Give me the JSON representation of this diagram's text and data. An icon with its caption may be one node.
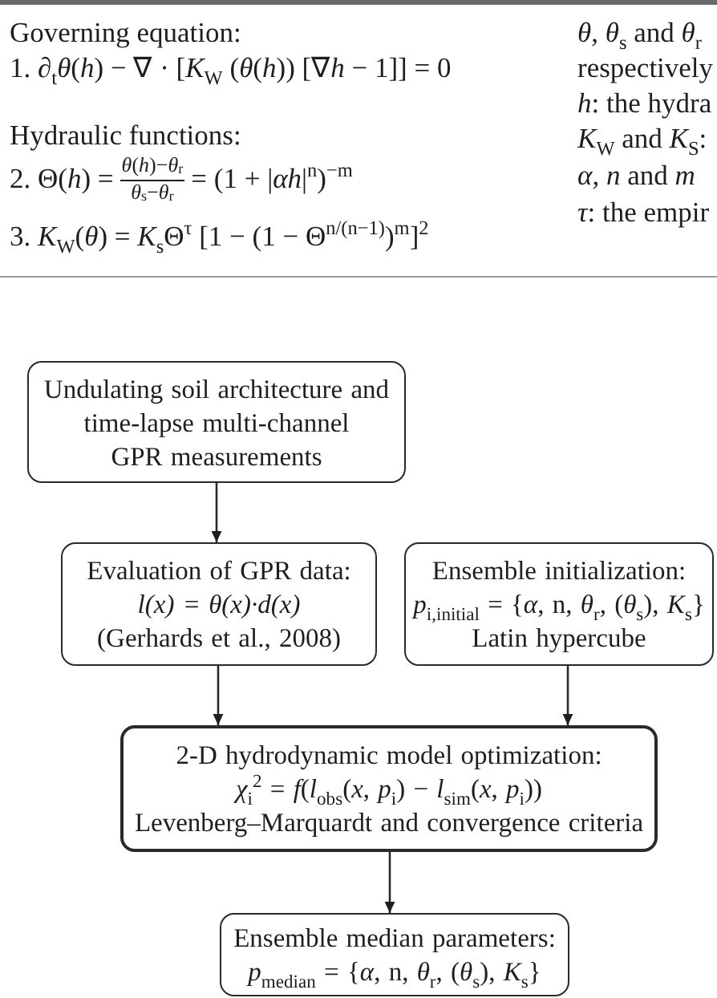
{
  "diagram": {
    "nodes": [
      {
        "text": [
          "Undulating soil architecture and time-lapse multi-channel GPR measurements"
        ]
      },
      {
        "text": [
          "Evaluation of GPR data:",
          "l(x) = θ(x)·d(x)",
          "(Gerhards et al., 2008)"
        ]
      },
      {
        "text": [
          "Ensemble initialization:",
          "*p*$_{i,initial}$ = {*α*, n, *θ*$_{r}$, (*θ*$_{s}$), *K*$_{s}$}",
          "Latin hypercube"
        ]
      },
      {
        "text": [
          "2-D hydrodynamic model optimization:",
          "*χ*$_{i}$$^{2}$ = *f*(*l*$_{obs}$(*x*, *p*$_{i}$) − *l*$_{sim}$(*x*, *p*$_{i}$))",
          "Levenberg–Marquardt and convergence criteria"
        ]
      },
      {
        "text": [
          "Ensemble median parameters:",
          "*p*$_{median}$ = {*α*, n, *θ*$_{r}$, (*θ*$_{s}$), *K*$_{s}$}"
        ]
      }
    ],
    "edges": [
      {
        "from": 0,
        "to": 1,
        "arrow": "to"
      },
      {
        "from": 1,
        "to": 3,
        "arrow": "to"
      },
      {
        "from": 2,
        "to": 3,
        "arrow": "to"
      },
      {
        "from": 3,
        "to": 4,
        "arrow": "to"
      }
    ],
    "labels": [
      "Governing equation:",
      "1. ∂$_{t}$*θ*(*h*) − ∇ · [*K*$_{W}$ (*θ*(*h*)) [∇*h* − 1]] = 0",
      "Hydraulic functions:",
      "2. Θ(*h*) =",
      "*θ*(*h*)−*θ*$_{r}$",
      "*θ*$_{s}$−*θ*$_{r}$",
      "= (1 + |*αh*|$^{n}$)$^{−m}$",
      "3. *K*$_{W}$(*θ*) = *K*$_{s}$Θ$^{τ}$ [1 − (1 − Θ$^{n/(n−1)}$)$^{m}$]$^{2}$",
      "*θ*, *θ*$_{s}$ and *θ*$_{r}$",
      "respectively",
      "*h*: the hydra",
      "*K*$_{W}$ and *K*$_{S}$:",
      "*α*, *n* and *m*",
      "*τ*: the empir"
    ]
  }
}
